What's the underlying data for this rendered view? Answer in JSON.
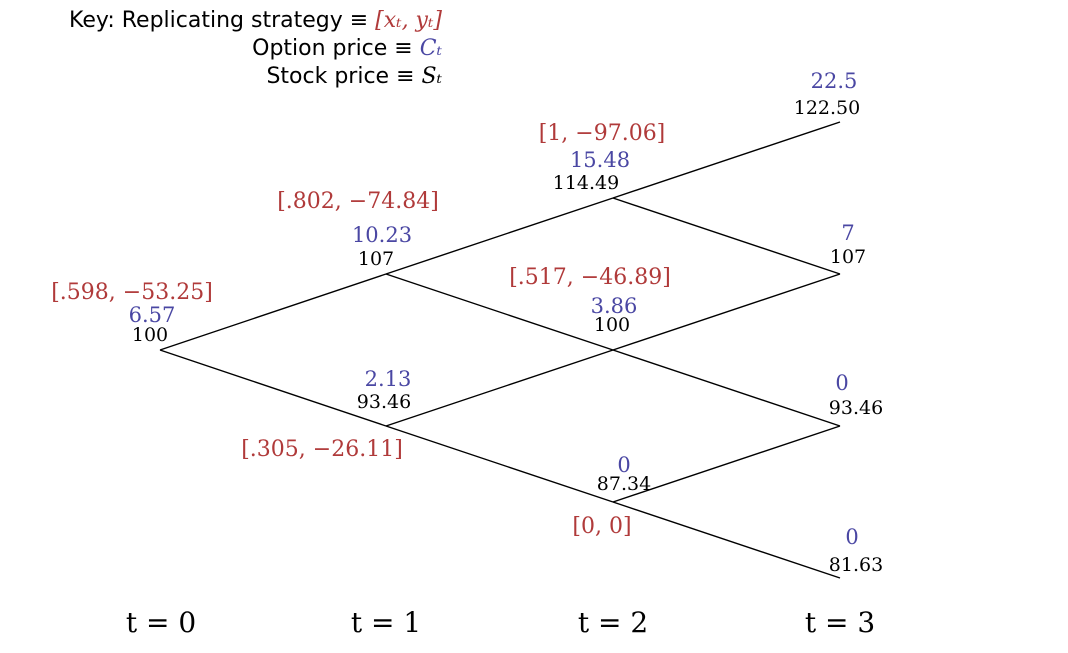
{
  "colors": {
    "strategy": "#b03a3a",
    "option": "#4a47a3",
    "stock": "#000000"
  },
  "key": {
    "line1_text": "Key: Replicating strategy ≡ ",
    "line1_math": "[xₜ, yₜ]",
    "line2_text": "Option price ≡ ",
    "line2_math": "Cₜ",
    "line3_text": "Stock price ≡ ",
    "line3_math": "Sₜ"
  },
  "time_labels": [
    "t = 0",
    "t = 1",
    "t = 2",
    "t = 3"
  ],
  "nodes": {
    "n0": {
      "stock": "100",
      "option": "6.57",
      "strategy": "[.598, −53.25]"
    },
    "n1u": {
      "stock": "107",
      "option": "10.23",
      "strategy": "[.802, −74.84]"
    },
    "n1d": {
      "stock": "93.46",
      "option": "2.13",
      "strategy": "[.305, −26.11]"
    },
    "n2uu": {
      "stock": "114.49",
      "option": "15.48",
      "strategy": "[1, −97.06]"
    },
    "n2ud": {
      "stock": "100",
      "option": "3.86",
      "strategy": "[.517, −46.89]"
    },
    "n2dd": {
      "stock": "87.34",
      "option": "0",
      "strategy": "[0, 0]"
    },
    "n3uuu": {
      "stock": "122.50",
      "option": "22.5"
    },
    "n3uud": {
      "stock": "107",
      "option": "7"
    },
    "n3udd": {
      "stock": "93.46",
      "option": "0"
    },
    "n3ddd": {
      "stock": "81.63",
      "option": "0"
    }
  }
}
